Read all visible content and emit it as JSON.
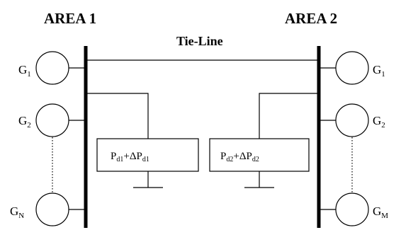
{
  "areas": [
    {
      "title": "AREA 1"
    },
    {
      "title": "AREA 2"
    }
  ],
  "tie_line": {
    "label": "Tie-Line"
  },
  "area1": {
    "generators": [
      {
        "base": "G",
        "sub": "1"
      },
      {
        "base": "G",
        "sub": "2"
      },
      {
        "base": "G",
        "sub": "N"
      }
    ],
    "load": {
      "p": "P",
      "p_sub": "d1",
      "plus": "+",
      "delta": "ΔP",
      "delta_sub": "d1"
    }
  },
  "area2": {
    "generators": [
      {
        "base": "G",
        "sub": "1"
      },
      {
        "base": "G",
        "sub": "2"
      },
      {
        "base": "G",
        "sub": "M"
      }
    ],
    "load": {
      "p": "P",
      "p_sub": "d2",
      "plus": "+",
      "delta": "ΔP",
      "delta_sub": "d2"
    }
  }
}
